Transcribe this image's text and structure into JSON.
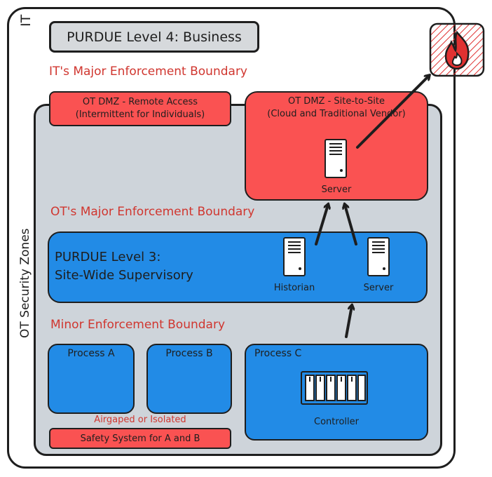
{
  "zones": {
    "it_label": "IT",
    "ot_label": "OT Security Zones"
  },
  "level4": {
    "title": "PURDUE Level 4: Business"
  },
  "boundaries": {
    "it_major": "IT's Major Enforcement Boundary",
    "ot_major": "OT's Major Enforcement Boundary",
    "minor": "Minor Enforcement Boundary"
  },
  "dmz_remote": {
    "line1": "OT DMZ - Remote Access",
    "line2": "(Intermittent for Individuals)"
  },
  "dmz_site": {
    "line1": "OT DMZ - Site-to-Site",
    "line2": "(Cloud and Traditional Vendor)",
    "server_label": "Server"
  },
  "level3": {
    "line1": "PURDUE Level 3:",
    "line2": "Site-Wide Supervisory",
    "historian_label": "Historian",
    "server_label": "Server"
  },
  "processes": {
    "a": "Process A",
    "b": "Process B",
    "c": "Process C",
    "controller_label": "Controller",
    "airgap_note": "Airgaped or Isolated",
    "safety": "Safety System for A and B"
  },
  "icons": {
    "firewall": "firewall-flame-icon",
    "server": "server-icon",
    "controller": "controller-icon"
  },
  "colors": {
    "red_zone": "#fa5252",
    "blue_zone": "#228be6",
    "ot_zone": "#ced4da",
    "boundary_text": "#d0362f"
  }
}
